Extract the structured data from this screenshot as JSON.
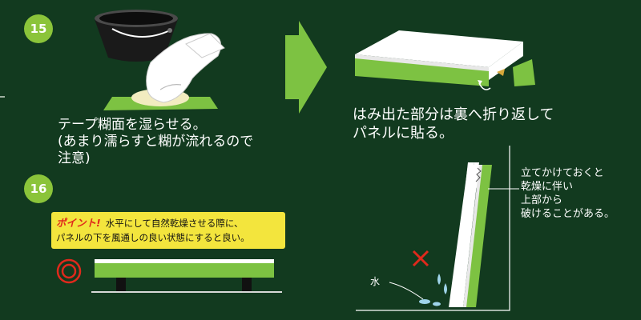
{
  "steps": {
    "step15": {
      "badge": "15",
      "caption": "テープ糊面を湿らせる。\n(あまり濡らすと糊が流れるので\n注意)"
    },
    "step16": {
      "badge": "16",
      "point_label": "ポイント!",
      "point_line1": "水平にして自然乾燥させる際に、",
      "point_line2": "パネルの下を風通しの良い状態にすると良い。"
    }
  },
  "fold_caption": "はみ出た部分は裏へ折り返して\nパネルに貼る。",
  "lean_note": "立てかけておくと\n乾燥に伴い\n上部から\n破けることがある。",
  "water_label": "水",
  "colors": {
    "background": "#123a1f",
    "green": "#7dc242",
    "badge": "#8bc43a",
    "yellow_box": "#f3e53d",
    "red_mark": "#e0291c"
  }
}
